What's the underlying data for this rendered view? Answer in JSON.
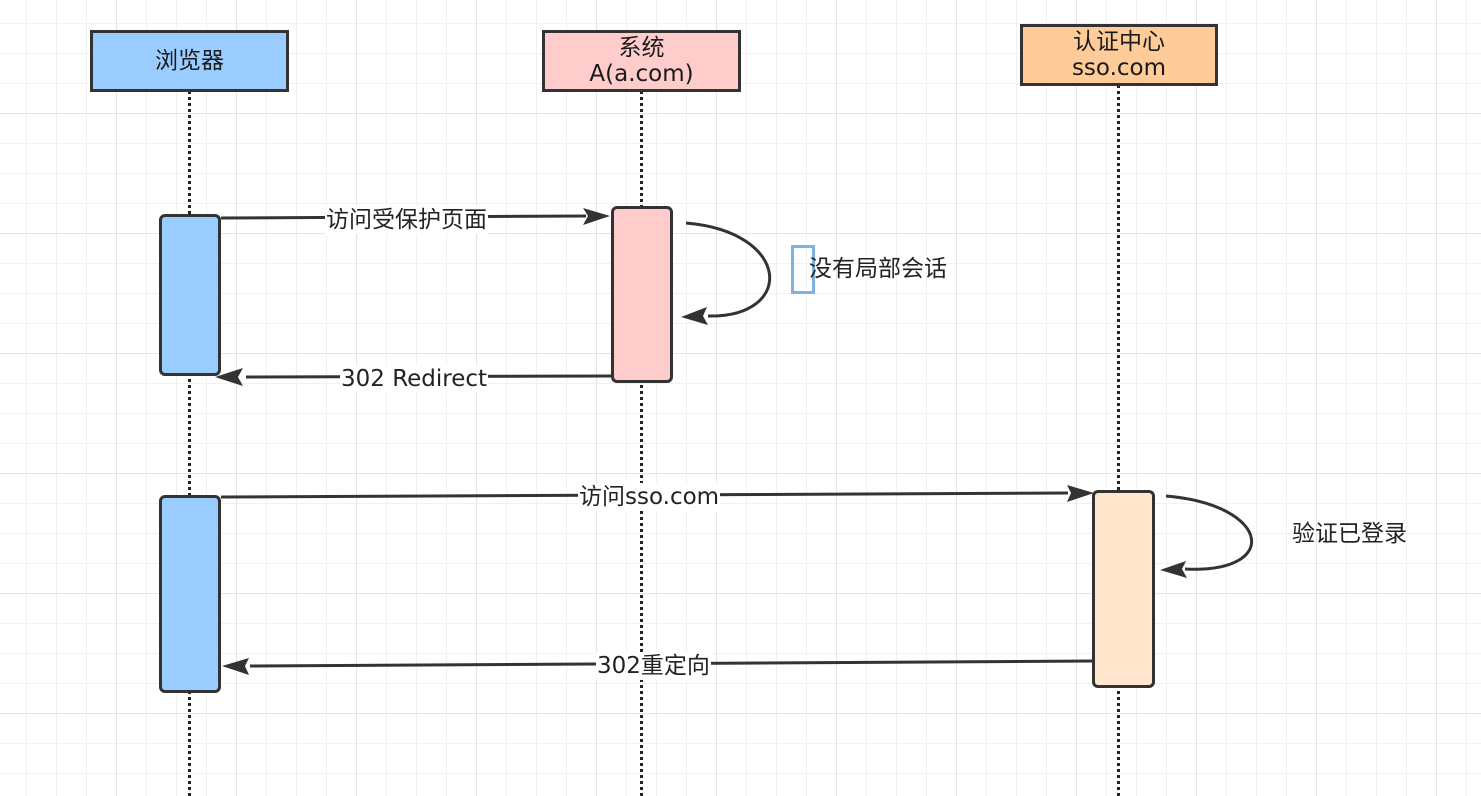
{
  "participants": {
    "browser": {
      "label": "浏览器",
      "fill": "#99ccff"
    },
    "system_a": {
      "line1": "系统",
      "line2": "A(a.com)",
      "fill": "#ffcccc"
    },
    "sso": {
      "line1": "认证中心",
      "line2": "sso.com",
      "fill": "#ffcc99"
    }
  },
  "activation_colors": {
    "browser": "#99ccff",
    "system_a": "#ffcccc",
    "sso": "#ffe6cc"
  },
  "messages": {
    "m1": "访问受保护页面",
    "m2": "302 Redirect",
    "m3": "访问sso.com",
    "m4": "302重定向"
  },
  "notes": {
    "n1": "没有局部会话",
    "n2": "验证已登录"
  },
  "colors": {
    "line": "#333333",
    "grid": "#e4e4e4"
  }
}
